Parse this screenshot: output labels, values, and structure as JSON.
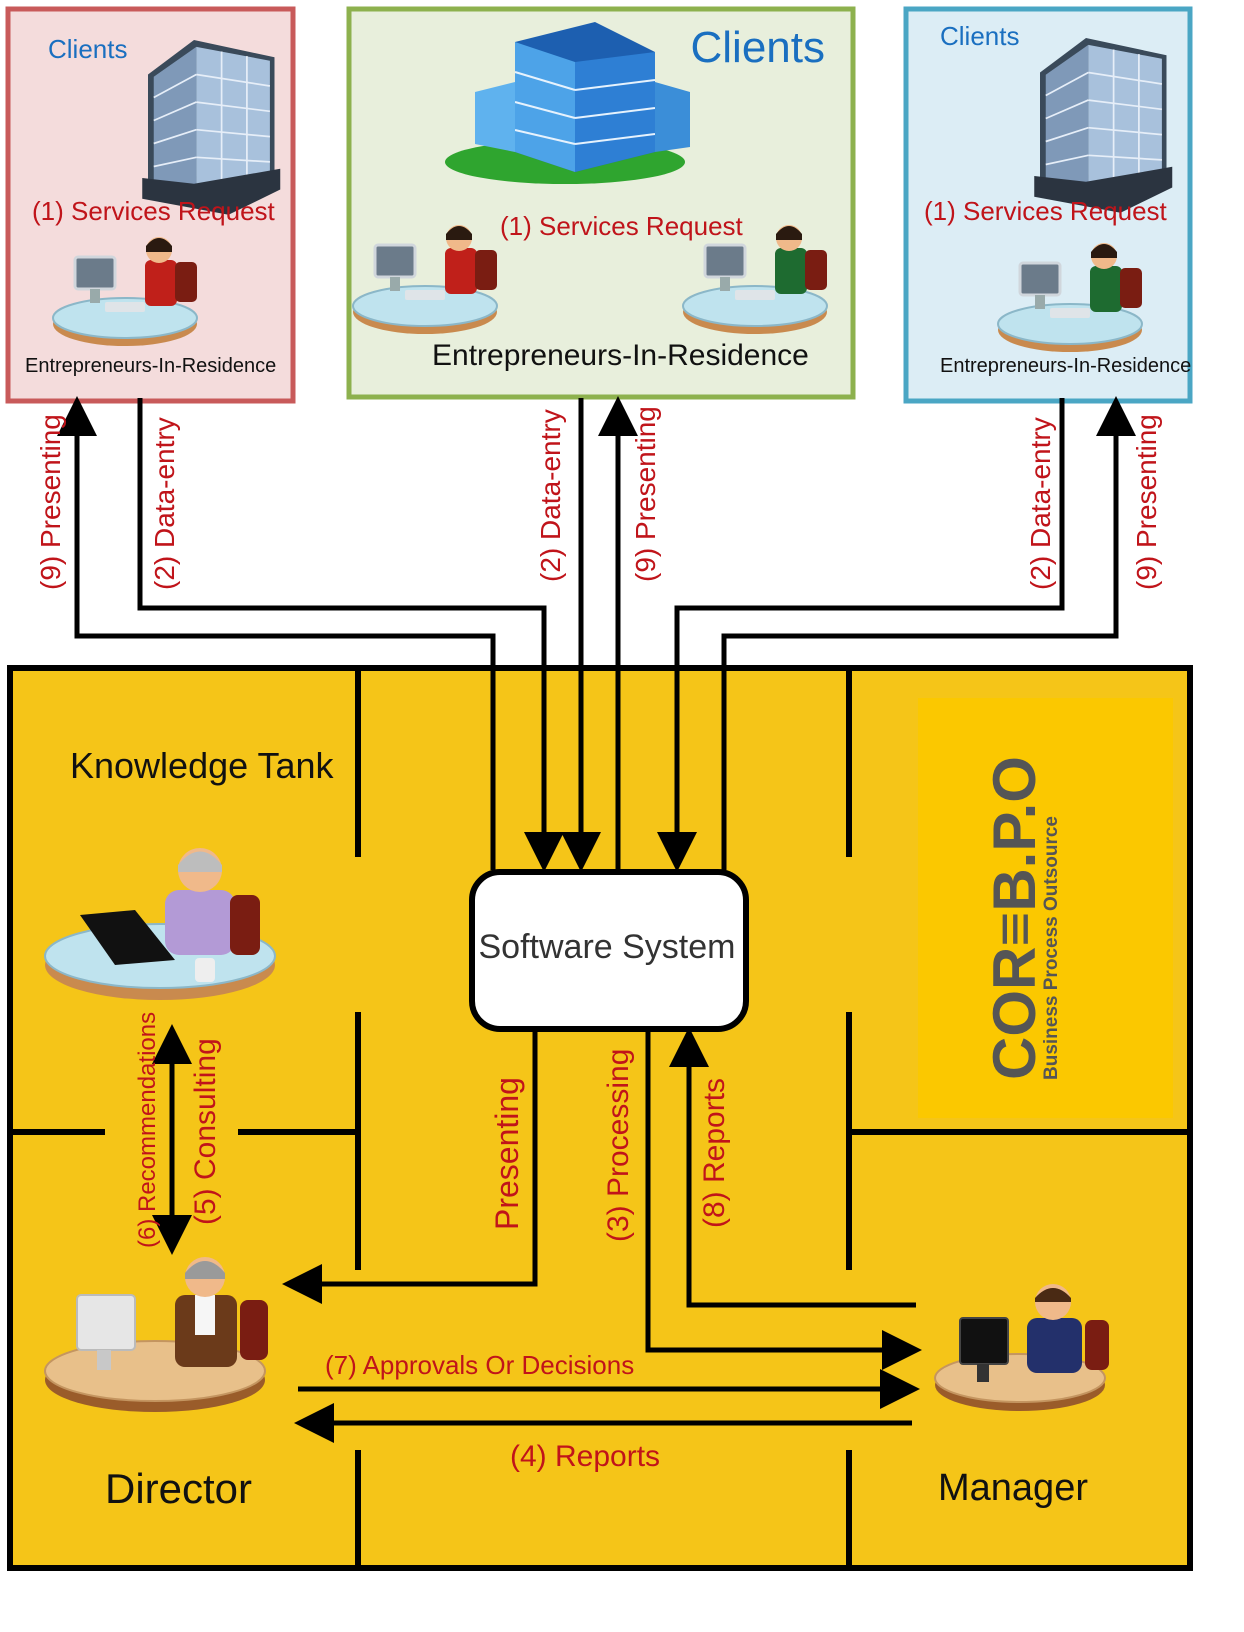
{
  "colors": {
    "label_red": "#c0141a",
    "client_blue": "#1a6fc0",
    "office_yellow": "#f5c518",
    "box_red_border": "#c85a5a",
    "box_red_fill": "#f4dcdc",
    "box_green_border": "#8db14e",
    "box_green_fill": "#e8efdc",
    "box_blue_border": "#4aa6c4",
    "box_blue_fill": "#dcedf5"
  },
  "clients": [
    {
      "title": "Clients",
      "request": "(1) Services Request",
      "eir": "Entrepreneurs-In-Residence"
    },
    {
      "title": "Clients",
      "request": "(1) Services Request",
      "eir": "Entrepreneurs-In-Residence"
    },
    {
      "title": "Clients",
      "request": "(1) Services Request",
      "eir": "Entrepreneurs-In-Residence"
    }
  ],
  "flows": {
    "presenting": "(9) Presenting",
    "data_entry": "(2) Data-entry"
  },
  "office": {
    "knowledge_tank": "Knowledge Tank",
    "software_system": "Software System",
    "director": "Director",
    "manager": "Manager",
    "recommendations": "(6) Recommendations",
    "consulting": "(5) Consulting",
    "presenting": "Presenting",
    "processing": "(3) Processing",
    "reports_8": "(8) Reports",
    "approvals": "(7) Approvals Or Decisions",
    "reports_4": "(4) Reports"
  },
  "logo": {
    "name": "COR≡B.P.O",
    "tagline": "Business Process Outsource"
  },
  "icons": [
    "office-building-icon",
    "female-worker-icon",
    "male-worker-icon",
    "senior-worker-icon",
    "director-icon",
    "manager-icon"
  ]
}
